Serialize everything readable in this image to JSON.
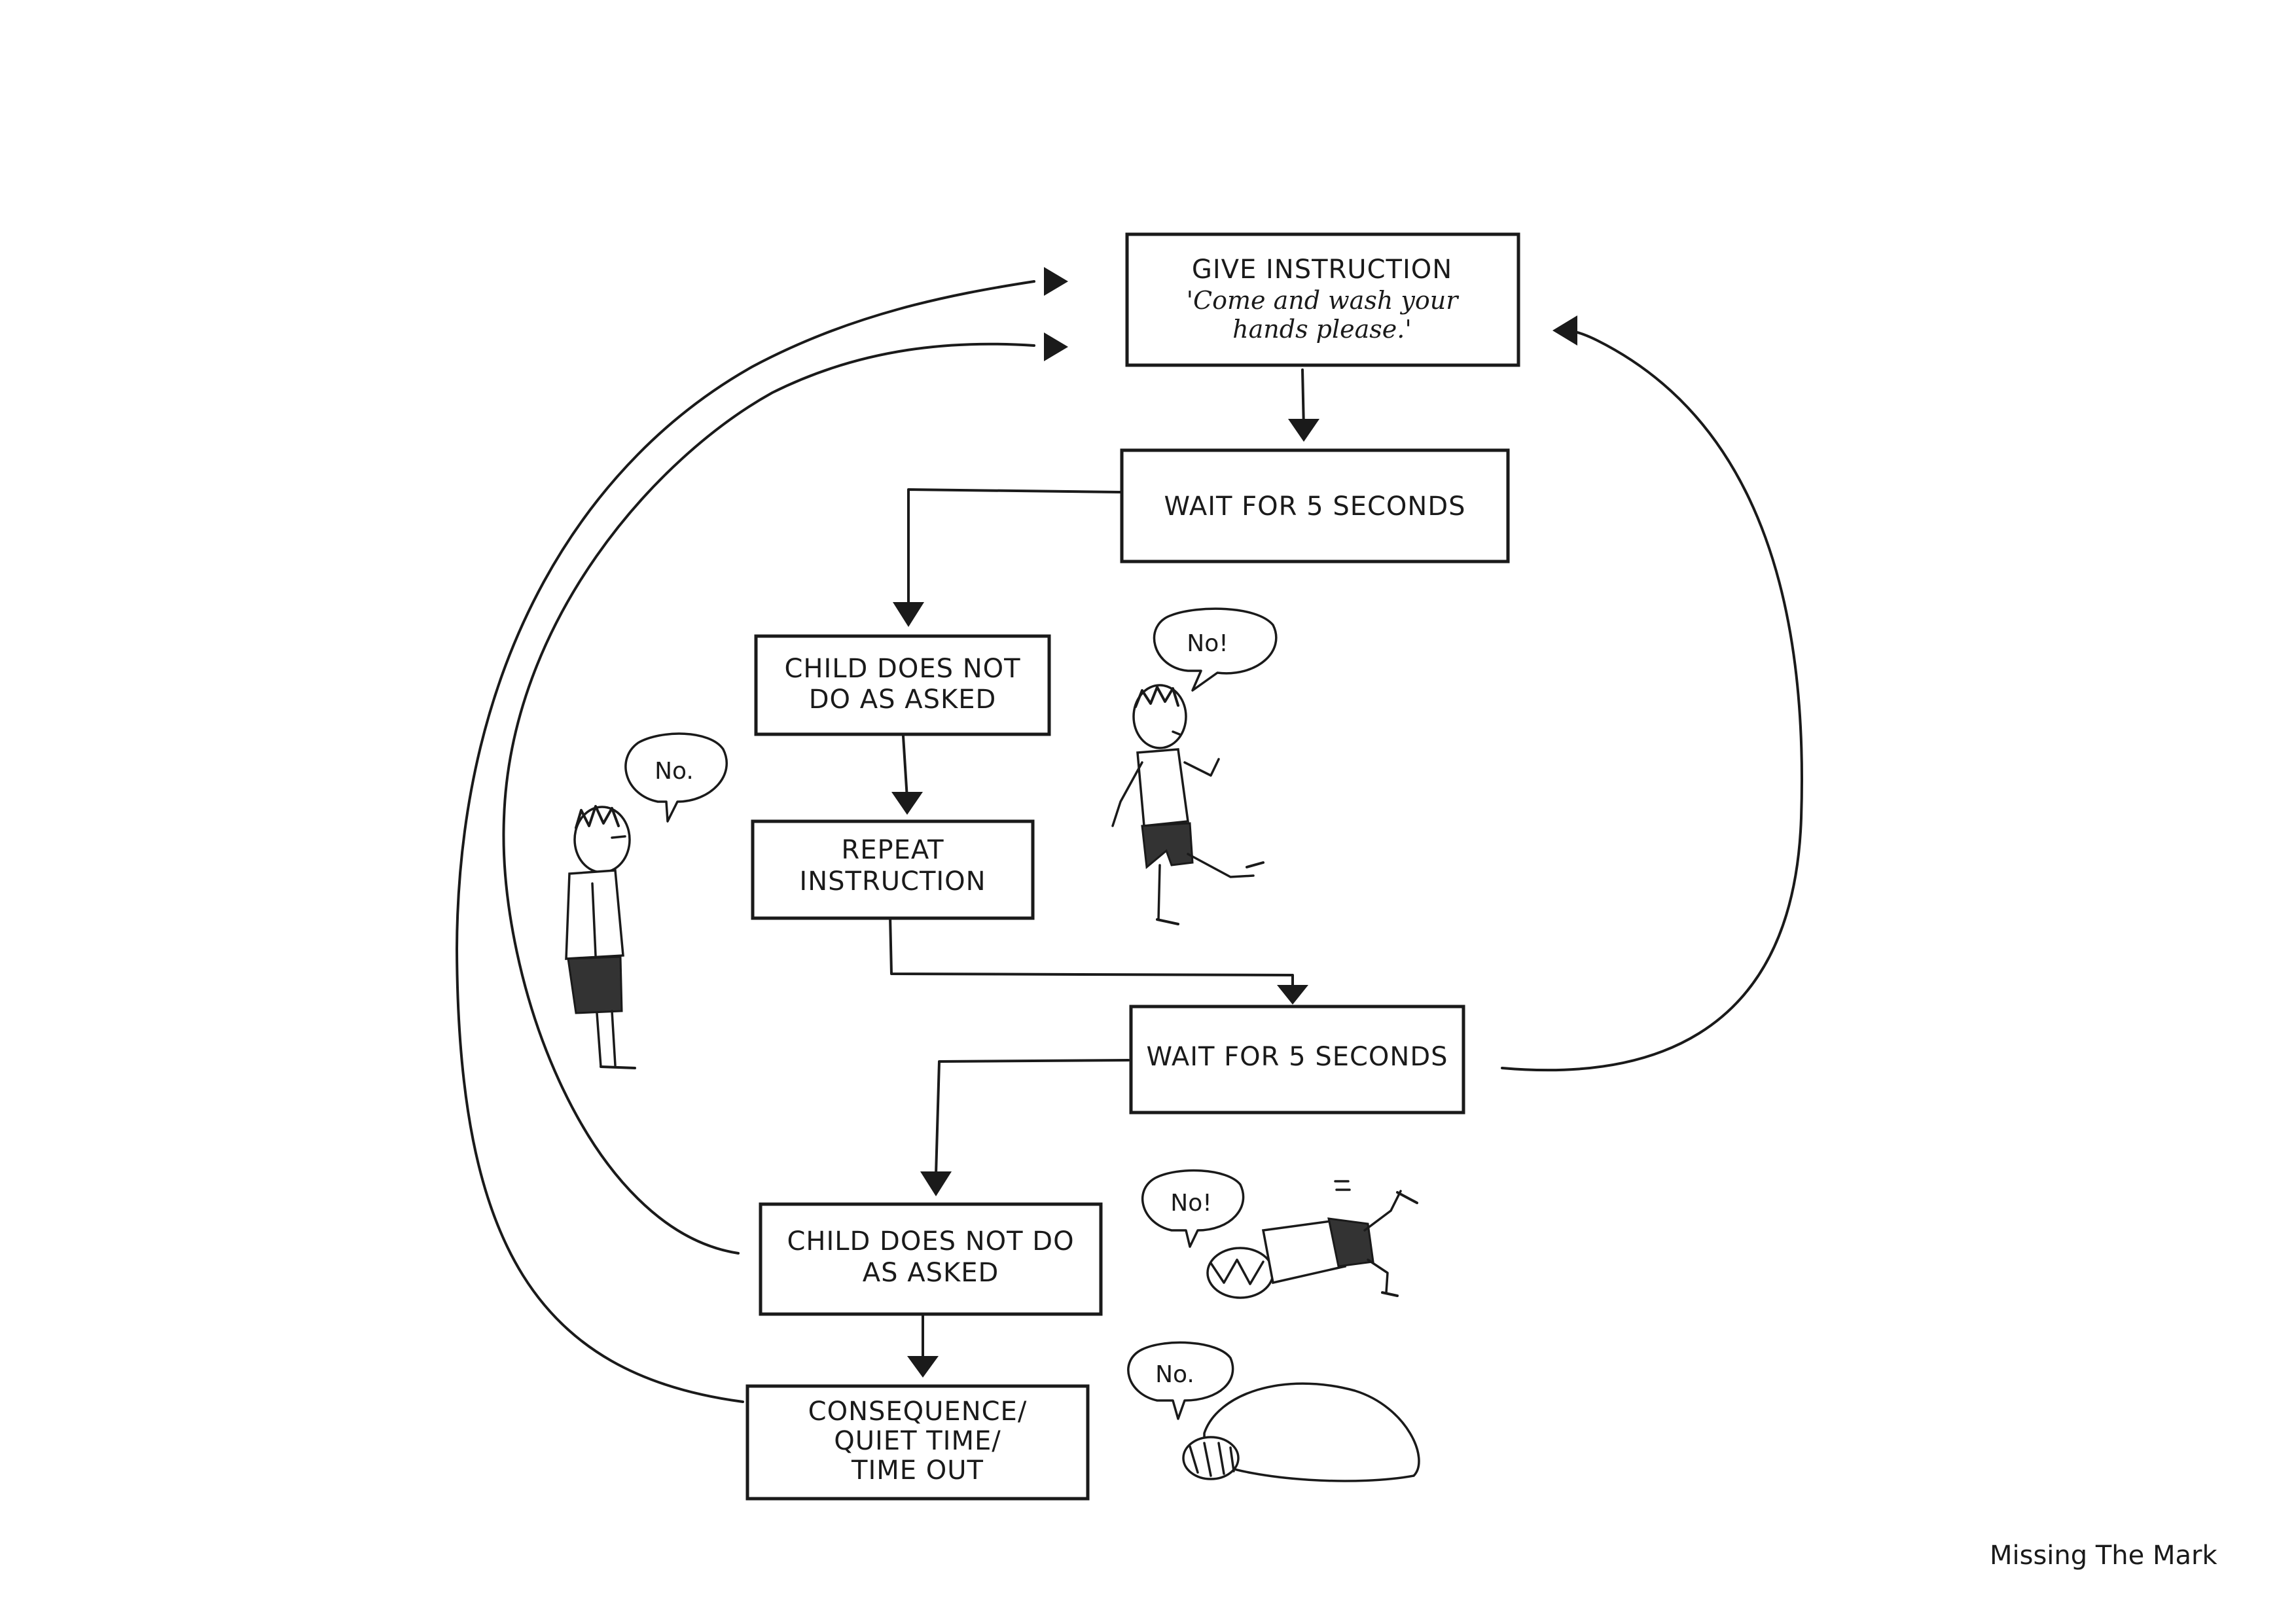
{
  "diagram": {
    "boxes": {
      "give_instruction": {
        "line1": "GIVE INSTRUCTION",
        "line2": "'Come and wash your",
        "line3": "hands please.'"
      },
      "wait_1": {
        "label": "WAIT FOR 5 SECONDS"
      },
      "child_no_1": {
        "line1": "CHILD DOES NOT",
        "line2": "DO AS ASKED"
      },
      "repeat": {
        "line1": "REPEAT",
        "line2": "INSTRUCTION"
      },
      "wait_2": {
        "label": "WAIT FOR 5 SECONDS"
      },
      "child_no_2": {
        "line1": "CHILD DOES NOT DO",
        "line2": "AS ASKED"
      },
      "consequence": {
        "line1": "CONSEQUENCE/",
        "line2": "QUIET TIME/",
        "line3": "TIME OUT"
      }
    },
    "speech_bubbles": {
      "kicking_child": "No!",
      "standing_child": "No.",
      "lying_child": "No!",
      "hiding_child": "No."
    }
  },
  "signature": "Missing The Mark",
  "colors": {
    "ink": "#1a1a1a",
    "background": "#ffffff",
    "shorts": "#333333"
  }
}
